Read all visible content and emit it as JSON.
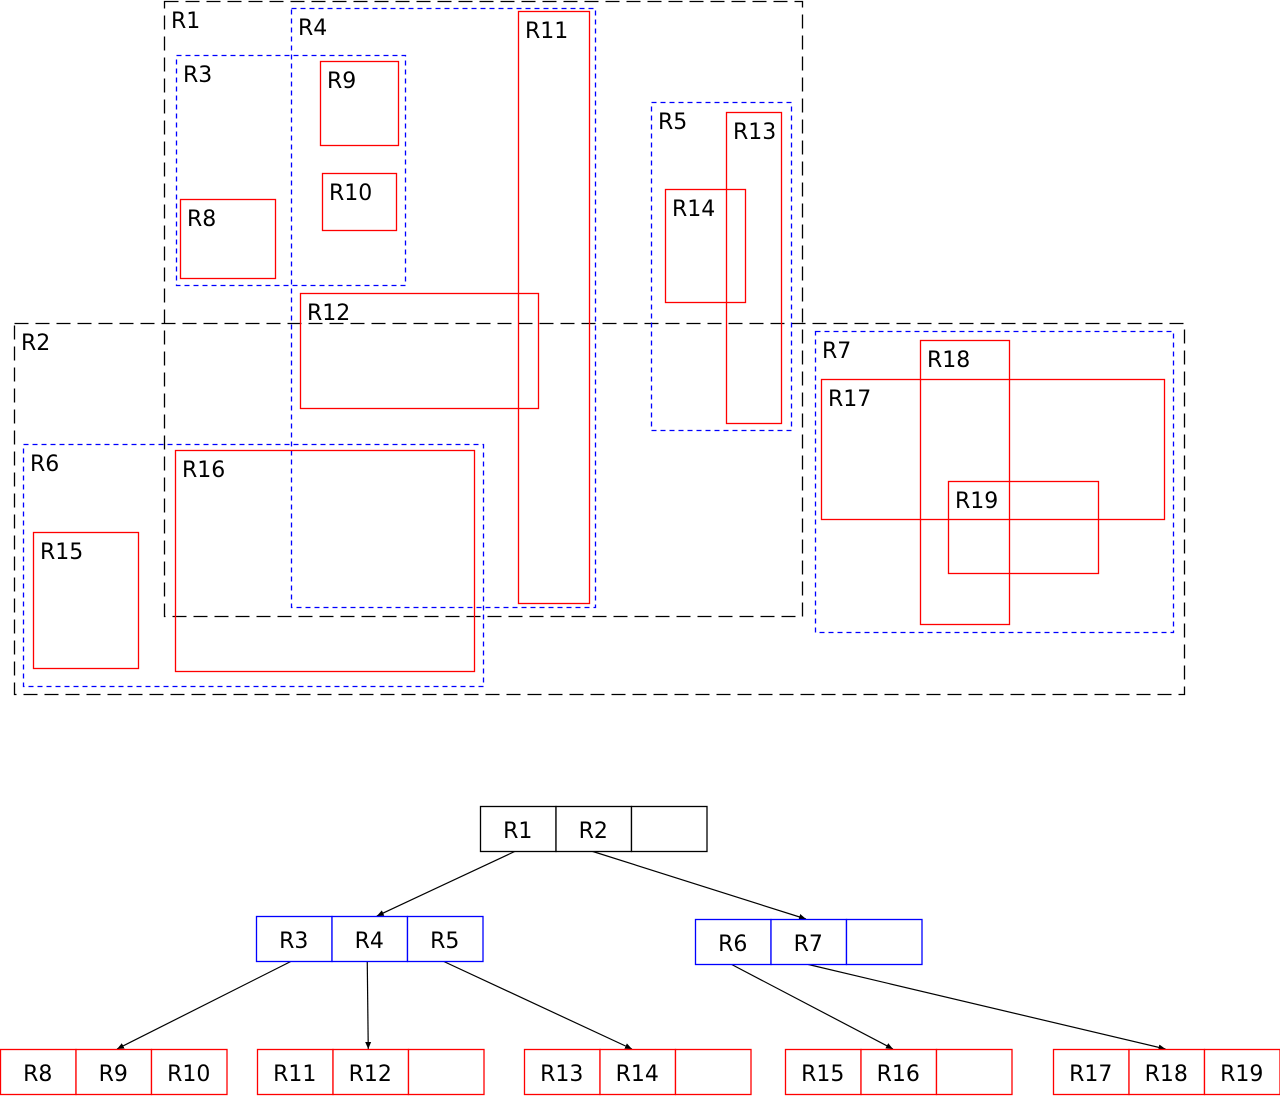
{
  "colors": {
    "level1": "#000000",
    "level2": "#0000ff",
    "leaf": "#ff0000",
    "edge": "#000000"
  },
  "regions": [
    {
      "label": "R1",
      "level": "level1"
    },
    {
      "label": "R2",
      "level": "level1"
    },
    {
      "label": "R3",
      "level": "level2"
    },
    {
      "label": "R4",
      "level": "level2"
    },
    {
      "label": "R5",
      "level": "level2"
    },
    {
      "label": "R6",
      "level": "level2"
    },
    {
      "label": "R7",
      "level": "level2"
    },
    {
      "label": "R8",
      "level": "leaf"
    },
    {
      "label": "R9",
      "level": "leaf"
    },
    {
      "label": "R10",
      "level": "leaf"
    },
    {
      "label": "R11",
      "level": "leaf"
    },
    {
      "label": "R12",
      "level": "leaf"
    },
    {
      "label": "R13",
      "level": "leaf"
    },
    {
      "label": "R14",
      "level": "leaf"
    },
    {
      "label": "R15",
      "level": "leaf"
    },
    {
      "label": "R16",
      "level": "leaf"
    },
    {
      "label": "R17",
      "level": "leaf"
    },
    {
      "label": "R18",
      "level": "leaf"
    },
    {
      "label": "R19",
      "level": "leaf"
    }
  ],
  "tree": {
    "nodes": [
      {
        "id": "root",
        "level": "level1",
        "entries": [
          "R1",
          "R2",
          ""
        ]
      },
      {
        "id": "n1",
        "level": "level2",
        "entries": [
          "R3",
          "R4",
          "R5"
        ]
      },
      {
        "id": "n2",
        "level": "level2",
        "entries": [
          "R6",
          "R7",
          ""
        ]
      },
      {
        "id": "l3",
        "level": "leaf",
        "entries": [
          "R8",
          "R9",
          "R10"
        ]
      },
      {
        "id": "l4",
        "level": "leaf",
        "entries": [
          "R11",
          "R12",
          ""
        ]
      },
      {
        "id": "l5",
        "level": "leaf",
        "entries": [
          "R13",
          "R14",
          ""
        ]
      },
      {
        "id": "l6",
        "level": "leaf",
        "entries": [
          "R15",
          "R16",
          ""
        ]
      },
      {
        "id": "l7",
        "level": "leaf",
        "entries": [
          "R17",
          "R18",
          "R19"
        ]
      }
    ],
    "edges": [
      {
        "from": "R1",
        "to": "n1"
      },
      {
        "from": "R2",
        "to": "n2"
      },
      {
        "from": "R3",
        "to": "l3"
      },
      {
        "from": "R4",
        "to": "l4"
      },
      {
        "from": "R5",
        "to": "l5"
      },
      {
        "from": "R6",
        "to": "l6"
      },
      {
        "from": "R7",
        "to": "l7"
      }
    ]
  }
}
